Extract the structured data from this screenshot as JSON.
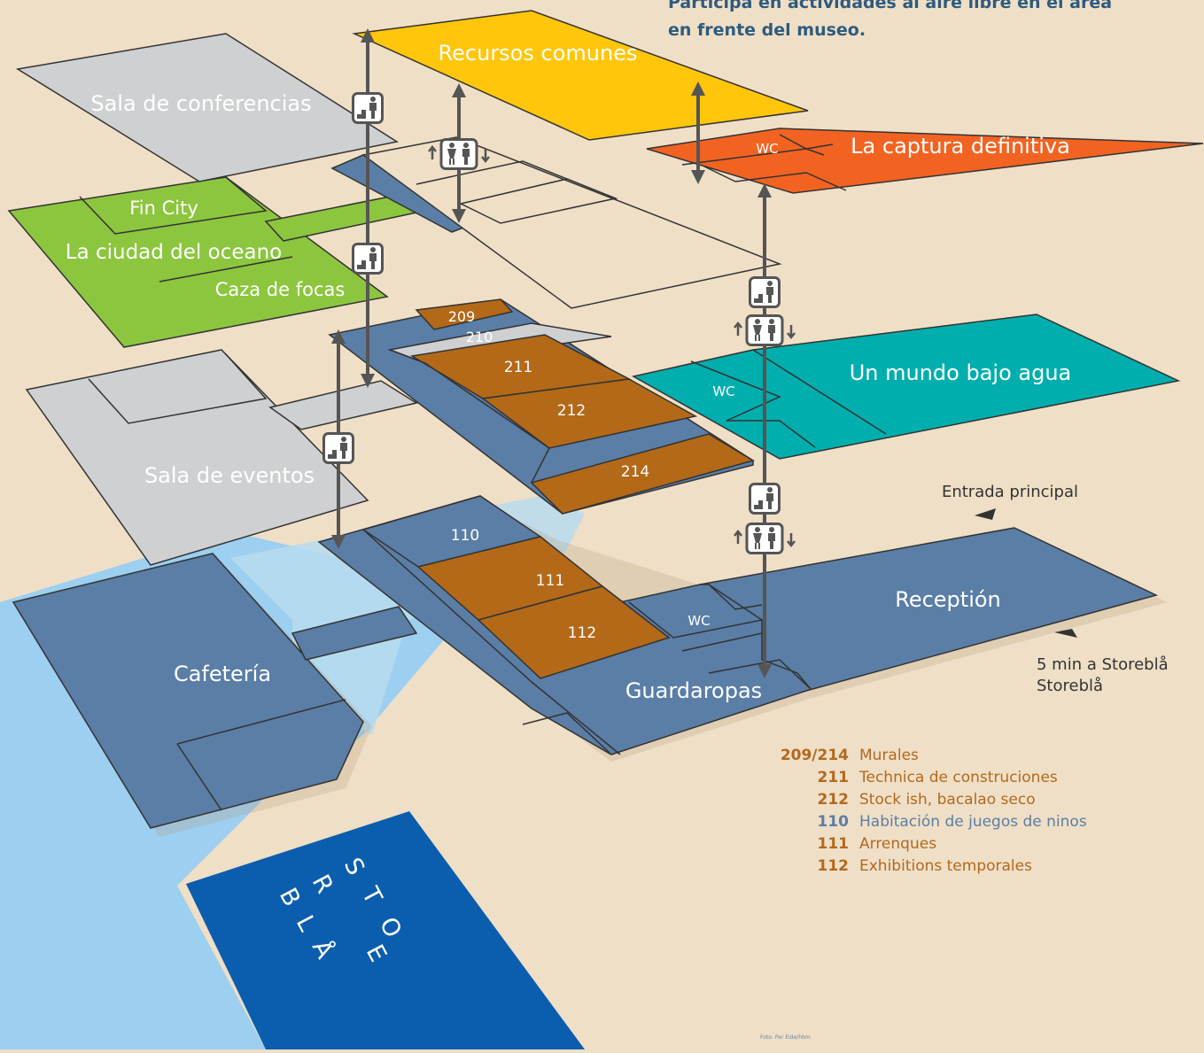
{
  "intro": {
    "line1": "Participa en actividades al aire libre en el área",
    "line2": "en frente del museo."
  },
  "floors": {
    "top": {
      "recursos": "Recursos comunes",
      "conferencias": "Sala de conferencias",
      "captura": "La captura definitiva",
      "wc": "WC"
    },
    "third": {
      "fin_city": "Fin City",
      "ciudad": "La ciudad del oceano",
      "caza": "Caza de focas",
      "mundo": "Un mundo bajo agua",
      "wc": "WC"
    },
    "second": {
      "eventos": "Sala de eventos",
      "r209": "209",
      "r210": "210",
      "r211": "211",
      "r212": "212",
      "r214": "214"
    },
    "ground": {
      "cafeteria": "Cafetería",
      "r110": "110",
      "r111": "111",
      "r112": "112",
      "wc": "WC",
      "recepcion": "Receptión",
      "guardaropas": "Guardaropas"
    }
  },
  "directions": {
    "entrada": "Entrada principal",
    "storebla_line1": "5 min a Storeblå",
    "storebla_line2": "Storeblå"
  },
  "water_label": {
    "c1": "S",
    "c2": "T",
    "c3": "O",
    "c4": "R",
    "c5": "E",
    "c6": "B",
    "c7": "L",
    "c8": "Å"
  },
  "legend": [
    {
      "num": "209/214",
      "text": "Murales",
      "color": "#b2691e"
    },
    {
      "num": "211",
      "text": "Technica de construciones",
      "color": "#b2691e"
    },
    {
      "num": "212",
      "text": "Stock ish, bacalao seco",
      "color": "#b2691e"
    },
    {
      "num": "110",
      "text": "Habitación de juegos de ninos",
      "color": "#5c7ea6"
    },
    {
      "num": "111",
      "text": "Arrenques",
      "color": "#b2691e"
    },
    {
      "num": "112",
      "text": "Exhibitions temporales",
      "color": "#b2691e"
    }
  ],
  "credit": "Foto: Per Eide/hbm",
  "colors": {
    "background": "#efdfc6",
    "blue": "#5a7ea6",
    "brown": "#b36918",
    "gray": "#cfd0d2",
    "green": "#8cc63f",
    "yellow": "#ffc60b",
    "orange": "#f26322",
    "teal": "#00aeae",
    "water_light": "#9ccff0",
    "water_dark": "#0b5eae"
  },
  "icons": [
    "stairs-icon",
    "elevator-icon"
  ]
}
